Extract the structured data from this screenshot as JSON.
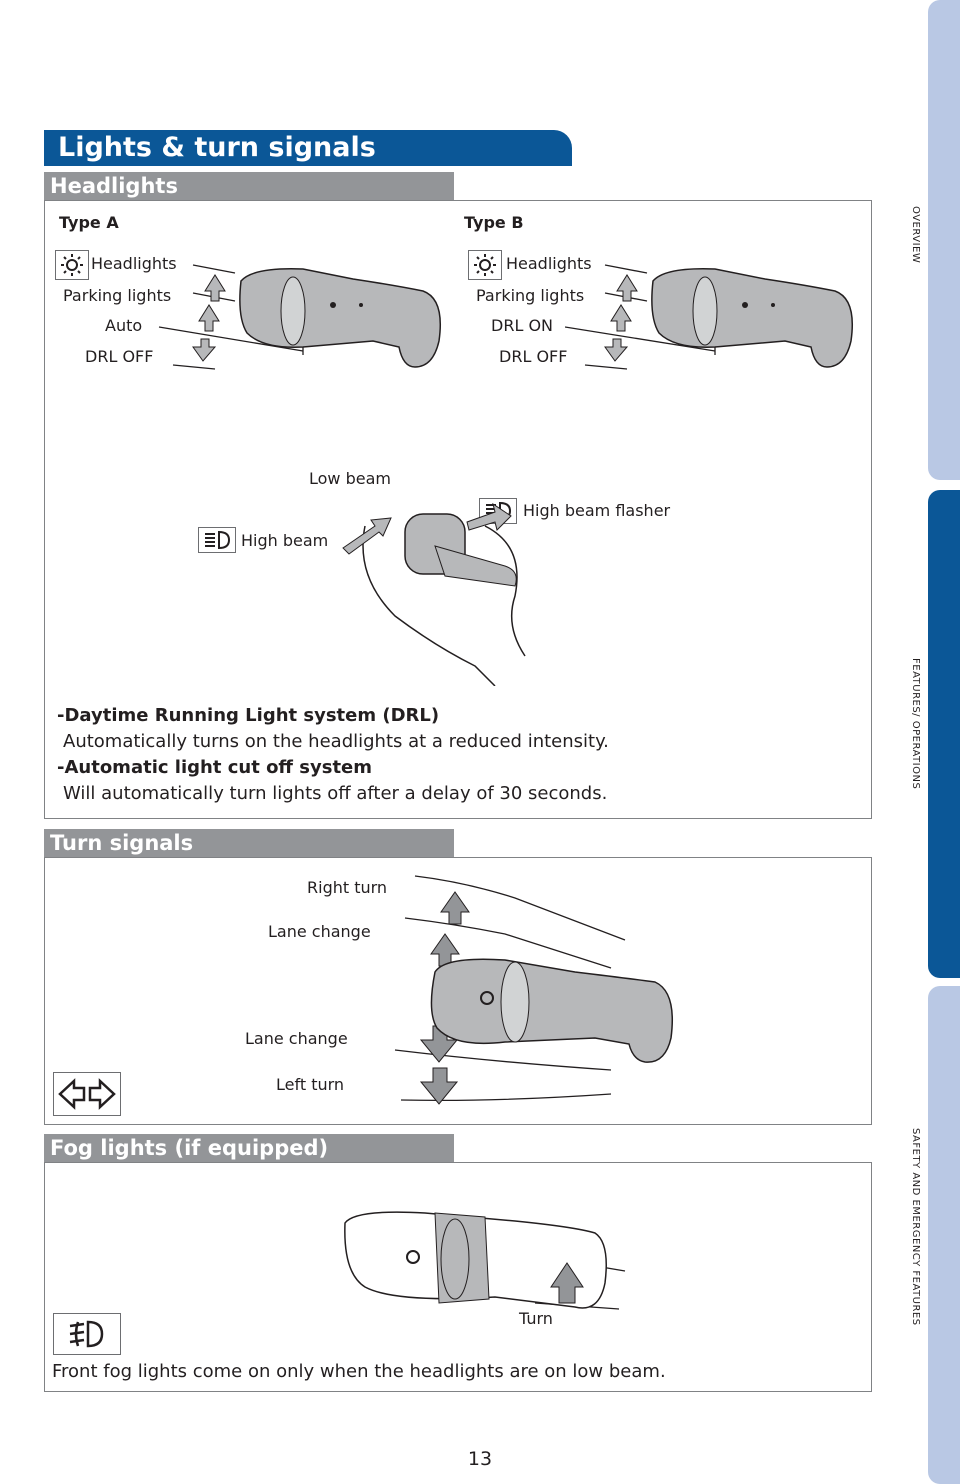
{
  "page_title": "Lights & turn signals",
  "headlights": {
    "section_title": "Headlights",
    "type_a": {
      "label": "Type A",
      "headlights": "Headlights",
      "parking_lights": "Parking lights",
      "auto": "Auto",
      "drl_off": "DRL OFF"
    },
    "type_b": {
      "label": "Type B",
      "headlights": "Headlights",
      "parking_lights": "Parking lights",
      "drl_on": "DRL ON",
      "drl_off": "DRL OFF"
    },
    "beam": {
      "low_beam": "Low beam",
      "high_beam": "High beam",
      "high_beam_flasher": "High beam flasher"
    },
    "notes": [
      {
        "title": "-Daytime Running Light system (DRL)",
        "text": "Automatically turns on the headlights at a reduced intensity."
      },
      {
        "title": "-Automatic light cut off system",
        "text": "Will automatically turn lights off after a delay of 30 seconds."
      }
    ]
  },
  "turn_signals": {
    "section_title": "Turn signals",
    "right_turn": "Right turn",
    "lane_change_up": "Lane change",
    "lane_change_down": "Lane change",
    "left_turn": "Left turn"
  },
  "fog_lights": {
    "section_title": "Fog lights (if equipped)",
    "turn": "Turn",
    "note": "Front fog lights come on only when the headlights are on low beam."
  },
  "side_tabs": [
    "OVERVIEW",
    "FEATURES/ OPERATIONS",
    "SAFETY AND EMERGENCY FEATURES"
  ],
  "page_number": "13",
  "colors": {
    "brand_blue": "#0b5797",
    "tab_light": "#b9c8e4",
    "bar_gray": "#939598",
    "lever_gray": "#b7b8ba"
  }
}
